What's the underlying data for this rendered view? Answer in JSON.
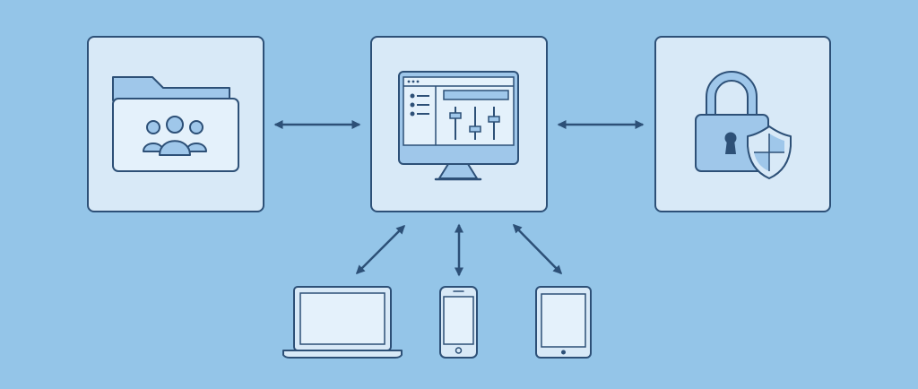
{
  "colors": {
    "background": "#94c5e8",
    "box_fill": "#d8e9f7",
    "screen_fill": "#e4f1fb",
    "icon_fill": "#9fc7ea",
    "stroke": "#2d5077"
  },
  "nodes": {
    "shared_folder": {
      "icon": "shared-users-folder-icon"
    },
    "management_console": {
      "icon": "desktop-monitor-sliders-icon"
    },
    "security": {
      "icon": "padlock-shield-icon"
    }
  },
  "devices": [
    {
      "icon": "laptop-icon"
    },
    {
      "icon": "smartphone-icon"
    },
    {
      "icon": "tablet-icon"
    }
  ],
  "connections": [
    {
      "from": "shared_folder",
      "to": "management_console",
      "direction": "bidirectional"
    },
    {
      "from": "management_console",
      "to": "security",
      "direction": "bidirectional"
    },
    {
      "from": "management_console",
      "to": "laptop",
      "direction": "bidirectional"
    },
    {
      "from": "management_console",
      "to": "smartphone",
      "direction": "bidirectional"
    },
    {
      "from": "management_console",
      "to": "tablet",
      "direction": "bidirectional"
    }
  ]
}
